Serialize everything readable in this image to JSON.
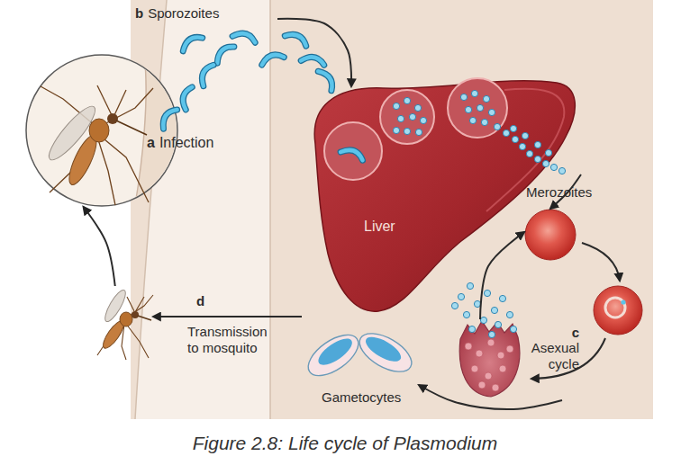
{
  "diagram": {
    "caption": "Figure 2.8: Life cycle of Plasmodium",
    "nodes": [
      {
        "text": [
          "a",
          "Infection"
        ]
      },
      {
        "text": [
          "b",
          "Sporozoites"
        ]
      },
      {
        "text": [
          "Liver"
        ]
      },
      {
        "text": [
          "Merozoites"
        ]
      },
      {
        "text": [
          "c",
          "Asexual cycle"
        ]
      },
      {
        "text": [
          "Gametocytes"
        ]
      },
      {
        "text": [
          "d",
          "Transmission to mosquito"
        ]
      }
    ],
    "edges": [
      {
        "from": 1,
        "to": 2,
        "arrow": "to"
      },
      {
        "from": 2,
        "to": 3,
        "arrow": "to"
      },
      {
        "from": 4,
        "to": 3,
        "arrow": "to"
      },
      {
        "from": 4,
        "to": 5,
        "arrow": "to"
      },
      {
        "from": 5,
        "to": 6,
        "arrow": "to"
      },
      {
        "from": 6,
        "to": 0,
        "arrow": "to"
      }
    ]
  }
}
